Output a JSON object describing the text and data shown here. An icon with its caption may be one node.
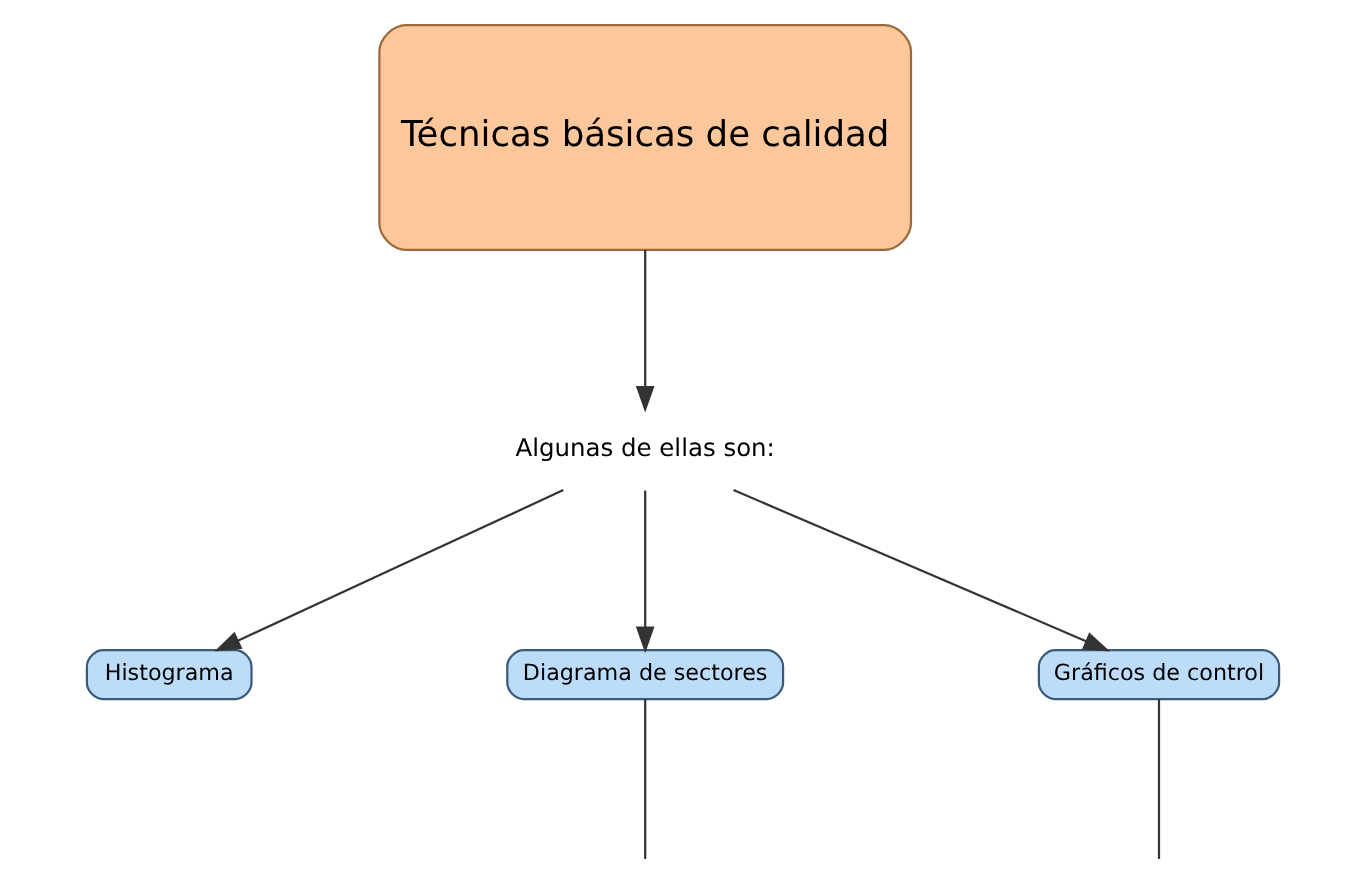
{
  "diagram": {
    "nodes": [
      {
        "text": [
          "Técnicas básicas de calidad"
        ]
      },
      {
        "text": [
          "Algunas de ellas son:"
        ]
      },
      {
        "text": [
          "Histograma"
        ]
      },
      {
        "text": [
          "Diagrama de sectores"
        ]
      },
      {
        "text": [
          "Gráficos de control"
        ]
      }
    ],
    "edges": [
      {
        "from": 0,
        "to": 1,
        "arrow": "to"
      },
      {
        "from": 1,
        "to": 2,
        "arrow": "to"
      },
      {
        "from": 1,
        "to": 3,
        "arrow": "to"
      },
      {
        "from": 1,
        "to": 4,
        "arrow": "to"
      },
      {
        "from": 3,
        "to": null,
        "arrow": "none"
      },
      {
        "from": 4,
        "to": null,
        "arrow": "none"
      }
    ]
  }
}
